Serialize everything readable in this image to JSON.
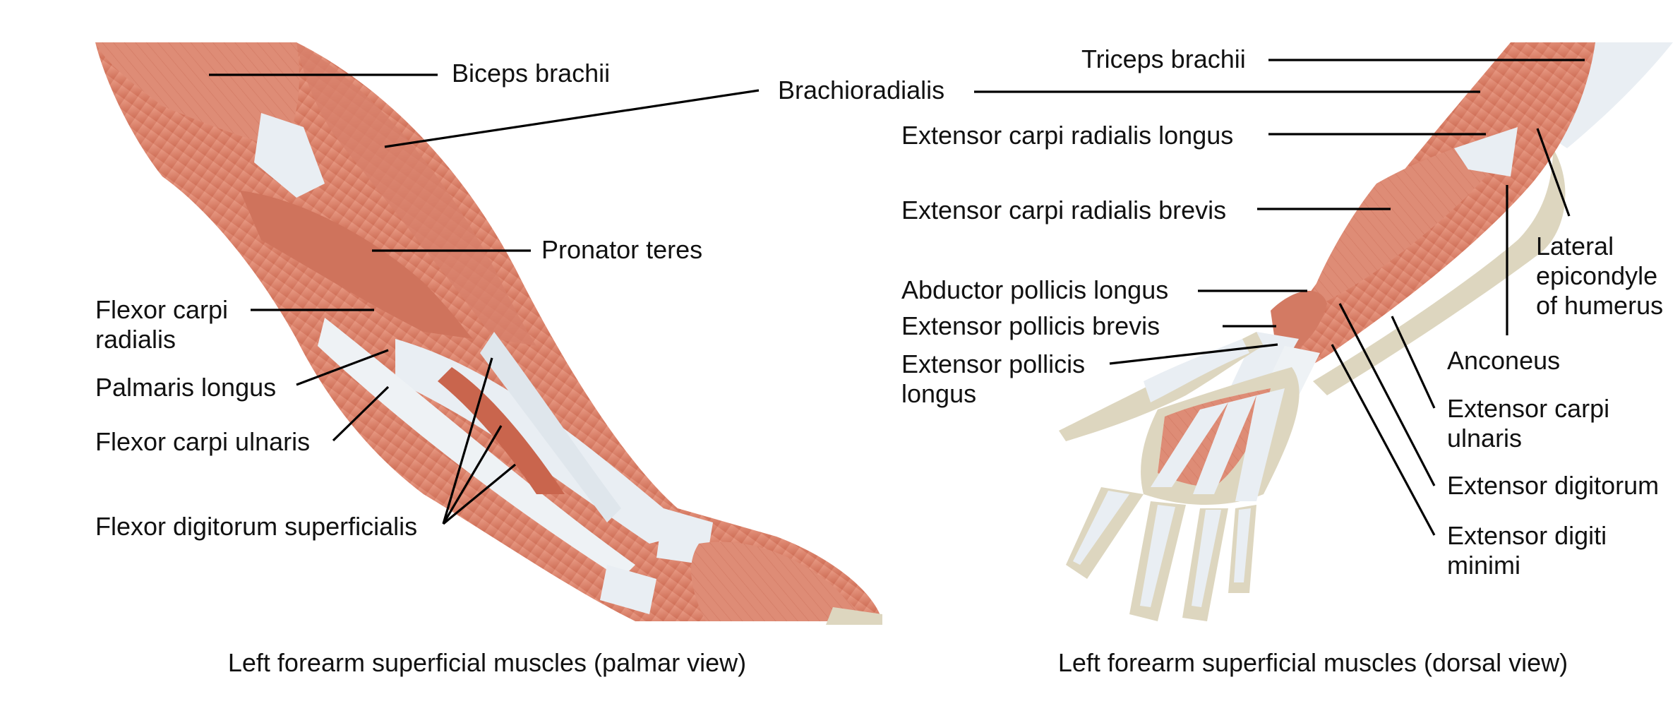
{
  "panels": [
    {
      "caption": "Left forearm superficial muscles (palmar view)",
      "labels": [
        "Biceps brachii",
        "Brachioradialis",
        "Pronator teres",
        "Flexor carpi\nradialis",
        "Palmaris longus",
        "Flexor carpi ulnaris",
        "Flexor digitorum superficialis"
      ]
    },
    {
      "caption": "Left forearm superficial muscles (dorsal view)",
      "labels": [
        "Triceps brachii",
        "Extensor carpi radialis longus",
        "Extensor carpi radialis brevis",
        "Abductor pollicis longus",
        "Extensor pollicis brevis",
        "Extensor pollicis\nlongus",
        "Lateral\nepicondyle\nof humerus",
        "Anconeus",
        "Extensor carpi\nulnaris",
        "Extensor digitorum",
        "Extensor digiti\nminimi"
      ]
    }
  ],
  "colors": {
    "muscle": "#e0907a",
    "muscle_dark": "#c7654e",
    "tendon": "#e9eef3",
    "bone": "#ddd6bf"
  }
}
